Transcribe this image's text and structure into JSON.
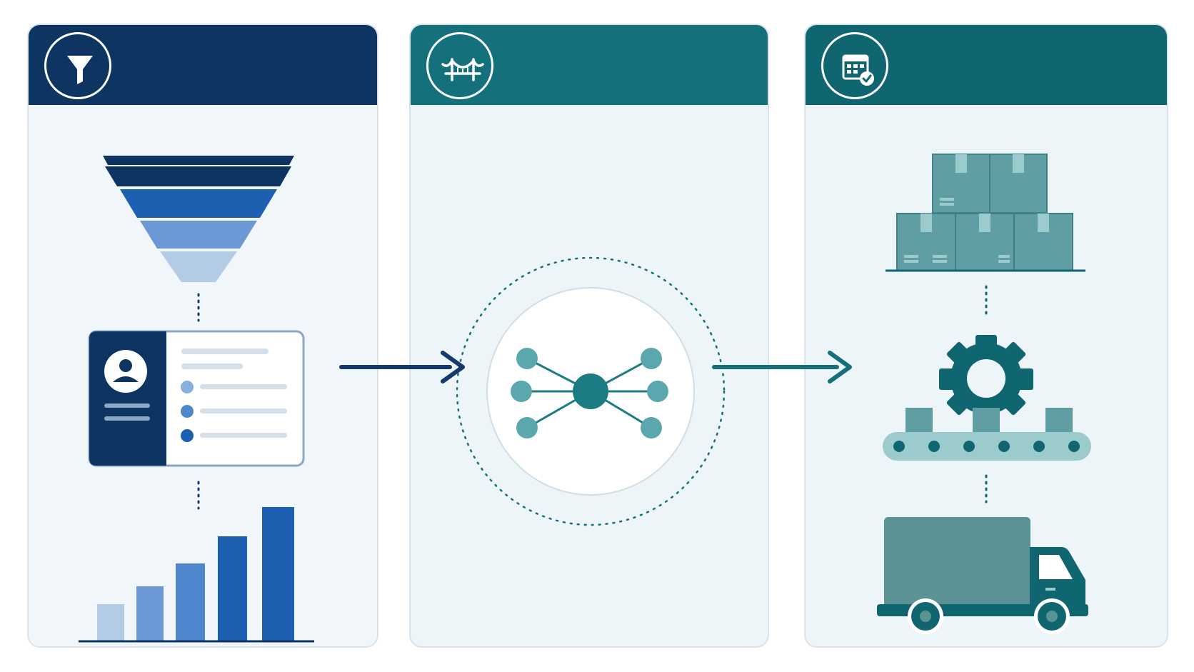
{
  "colors": {
    "panel1_header": "#0e3562",
    "panel2_header": "#14707a",
    "panel3_header": "#0f6670",
    "panel1_body": "#f1f6fb",
    "panel2_body": "#eef5f8",
    "panel3_body": "#eef5f8",
    "navy": "#123a6b",
    "teal": "#14707a",
    "teal_light": "#5aa7ae"
  },
  "panels": [
    {
      "name": "filter",
      "header_icon": "funnel-icon"
    },
    {
      "name": "bridge",
      "header_icon": "bridge-icon"
    },
    {
      "name": "schedule",
      "header_icon": "calendar-check-icon"
    }
  ],
  "icons": [
    "funnel-icon",
    "profile-card-icon",
    "bar-chart-icon",
    "network-hub-icon",
    "boxes-icon",
    "gear-icon",
    "conveyor-icon",
    "truck-icon",
    "arrow-right-icon"
  ]
}
